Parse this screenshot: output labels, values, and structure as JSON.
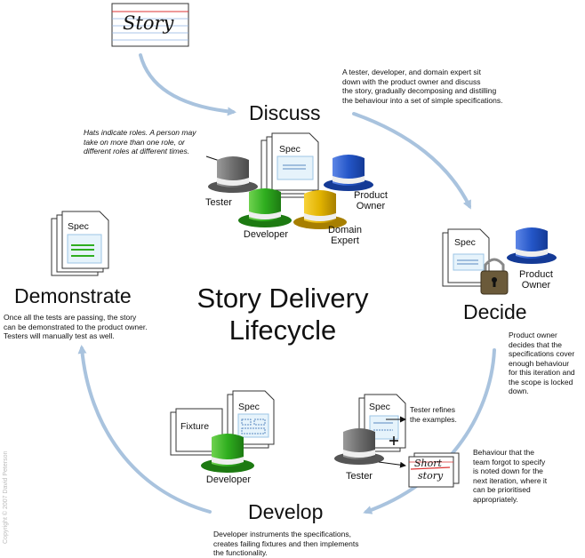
{
  "title": "Story Delivery\nLifecycle",
  "stages": {
    "discuss": "Discuss",
    "decide": "Decide",
    "develop": "Develop",
    "demonstrate": "Demonstrate"
  },
  "notes": {
    "discuss": "A tester, developer, and domain expert sit\ndown with the product owner and discuss\nthe story, gradually decomposing and distilling\nthe behaviour into a set of simple specifications.",
    "hats": "Hats indicate roles. A person may\ntake on more than one role, or\ndifferent roles at different times.",
    "decide": "Product owner\ndecides that the\nspecifications cover\nenough behaviour\nfor this iteration and\nthe scope is locked\ndown.",
    "tester_refines": "Tester refines\nthe examples.",
    "forgot": "Behaviour that the\nteam forgot to specify\nis noted down for the\nnext iteration, where it\ncan be prioritised\nappropriately.",
    "develop": "Developer instruments the specifications,\ncreates failing fixtures and then implements\nthe functionality.",
    "demonstrate": "Once all the tests are passing, the story\ncan be demonstrated to the product owner.\nTesters will manually test as well."
  },
  "roles": {
    "tester": "Tester",
    "developer": "Developer",
    "domain_expert": "Domain\nExpert",
    "product_owner": "Product\nOwner"
  },
  "docs": {
    "spec": "Spec",
    "fixture": "Fixture",
    "story_card": "Story",
    "short_card": "Short",
    "story_card_small": "story"
  },
  "copyright": "Copyright © 2007 David Peterson",
  "colors": {
    "arrow": "#a9c3de",
    "tester_hat": "#7a7a7a",
    "developer_hat": "#2fae1f",
    "domain_expert_hat": "#e2b300",
    "product_owner_hat": "#2456c8",
    "lock": "#6b5a3a"
  }
}
